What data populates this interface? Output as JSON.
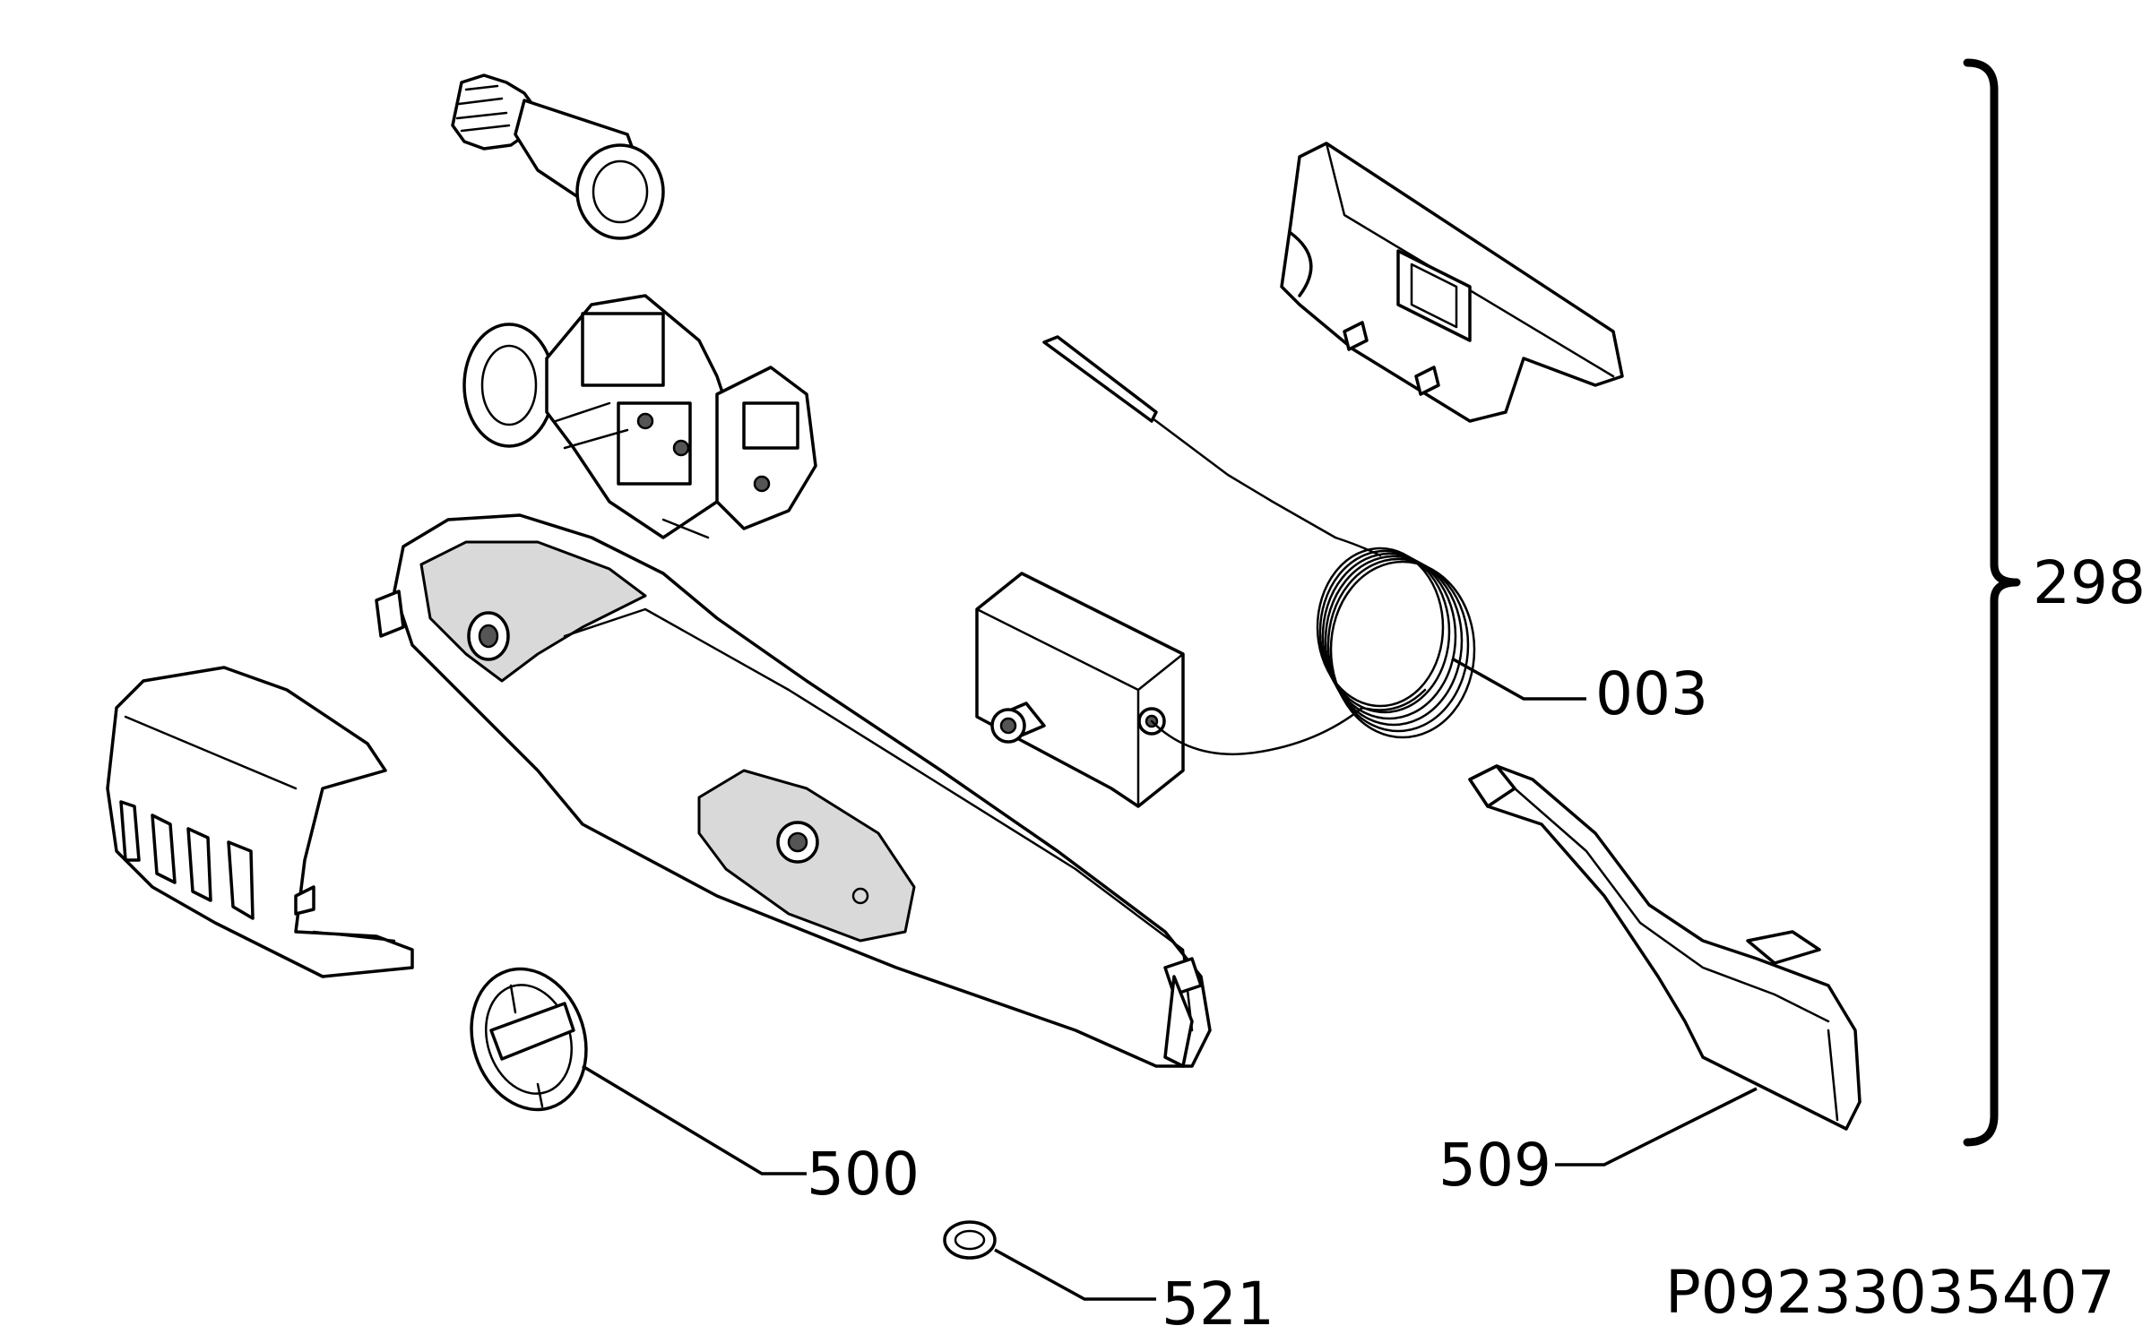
{
  "labels": {
    "assembly": "298",
    "thermostat": "003",
    "knob": "500",
    "handle": "509",
    "ring": "521"
  },
  "reference_code": "P09233035407",
  "colors": {
    "line": "#000000",
    "shade": "#d9d9d9",
    "background": "#ffffff"
  }
}
